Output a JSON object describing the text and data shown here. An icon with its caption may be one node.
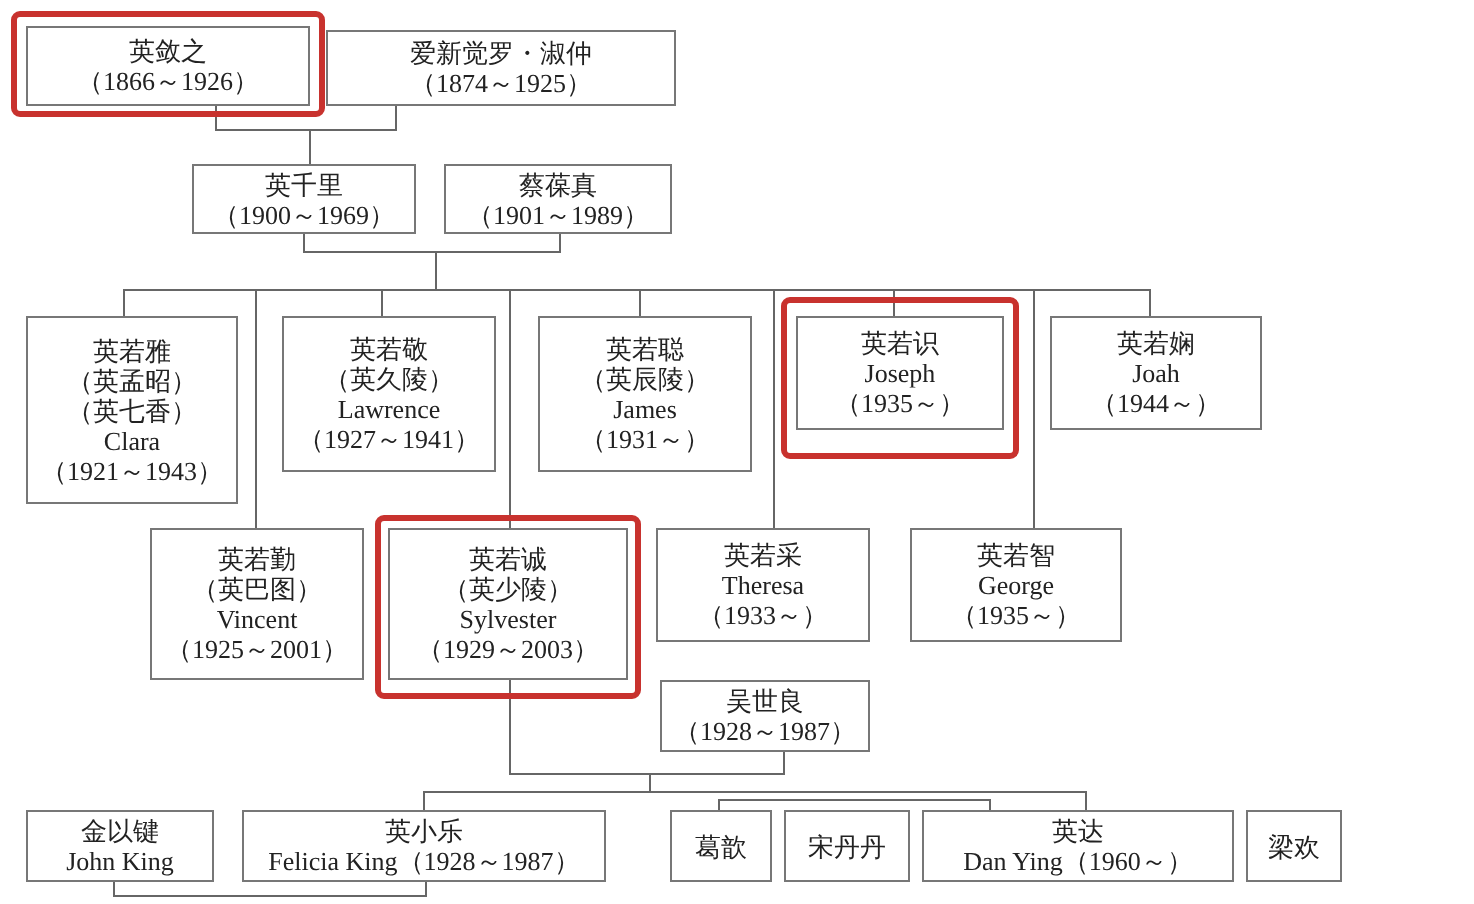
{
  "diagram": {
    "nodes": [
      {
        "text": [
          "英敛之",
          "（1866～1926）"
        ]
      },
      {
        "text": [
          "爱新觉罗・淑仲",
          "（1874～1925）"
        ]
      },
      {
        "text": [
          "英千里",
          "（1900～1969）"
        ]
      },
      {
        "text": [
          "蔡葆真",
          "（1901～1989）"
        ]
      },
      {
        "text": [
          "英若雅",
          "（英孟昭）",
          "（英七香）",
          "Clara",
          "（1921～1943）"
        ]
      },
      {
        "text": [
          "英若敬",
          "（英久陵）",
          "Lawrence",
          "（1927～1941）"
        ]
      },
      {
        "text": [
          "英若聪",
          "（英辰陵）",
          "James",
          "（1931～）"
        ]
      },
      {
        "text": [
          "英若识",
          "Joseph",
          "（1935～）"
        ]
      },
      {
        "text": [
          "英若娴",
          "Joah",
          "（1944～）"
        ]
      },
      {
        "text": [
          "英若勤",
          "（英巴图）",
          "Vincent",
          "（1925～2001）"
        ]
      },
      {
        "text": [
          "英若诚",
          "（英少陵）",
          "Sylvester",
          "（1929～2003）"
        ]
      },
      {
        "text": [
          "英若采",
          "Theresa",
          "（1933～）"
        ]
      },
      {
        "text": [
          "英若智",
          "George",
          "（1935～）"
        ]
      },
      {
        "text": [
          "吴世良",
          "（1928～1987）"
        ]
      },
      {
        "text": [
          "金以键",
          "John King"
        ]
      },
      {
        "text": [
          "英小乐",
          "Felicia King（1928～1987）"
        ]
      },
      {
        "text": [
          "葛歆"
        ]
      },
      {
        "text": [
          "宋丹丹"
        ]
      },
      {
        "text": [
          "英达",
          "Dan Ying（1960～）"
        ]
      },
      {
        "text": [
          "梁欢"
        ]
      }
    ],
    "edges": [
      {
        "from": 0,
        "to": 2,
        "arrow": "none"
      },
      {
        "from": 1,
        "to": 2,
        "arrow": "none"
      },
      {
        "from": 2,
        "to": 4,
        "arrow": "none"
      },
      {
        "from": 2,
        "to": 5,
        "arrow": "none"
      },
      {
        "from": 2,
        "to": 6,
        "arrow": "none"
      },
      {
        "from": 2,
        "to": 7,
        "arrow": "none"
      },
      {
        "from": 2,
        "to": 8,
        "arrow": "none"
      },
      {
        "from": 2,
        "to": 9,
        "arrow": "none"
      },
      {
        "from": 2,
        "to": 10,
        "arrow": "none"
      },
      {
        "from": 2,
        "to": 11,
        "arrow": "none"
      },
      {
        "from": 2,
        "to": 12,
        "arrow": "none"
      },
      {
        "from": 3,
        "to": 4,
        "arrow": "none"
      },
      {
        "from": 3,
        "to": 5,
        "arrow": "none"
      },
      {
        "from": 3,
        "to": 6,
        "arrow": "none"
      },
      {
        "from": 3,
        "to": 7,
        "arrow": "none"
      },
      {
        "from": 3,
        "to": 8,
        "arrow": "none"
      },
      {
        "from": 3,
        "to": 9,
        "arrow": "none"
      },
      {
        "from": 3,
        "to": 10,
        "arrow": "none"
      },
      {
        "from": 3,
        "to": 11,
        "arrow": "none"
      },
      {
        "from": 3,
        "to": 12,
        "arrow": "none"
      },
      {
        "from": 10,
        "to": 15,
        "arrow": "none"
      },
      {
        "from": 10,
        "to": 18,
        "arrow": "none"
      },
      {
        "from": 13,
        "to": 15,
        "arrow": "none"
      },
      {
        "from": 13,
        "to": 18,
        "arrow": "none"
      },
      {
        "from": 14,
        "to": 15,
        "arrow": "none"
      },
      {
        "from": 16,
        "to": 18,
        "arrow": "none"
      }
    ]
  }
}
